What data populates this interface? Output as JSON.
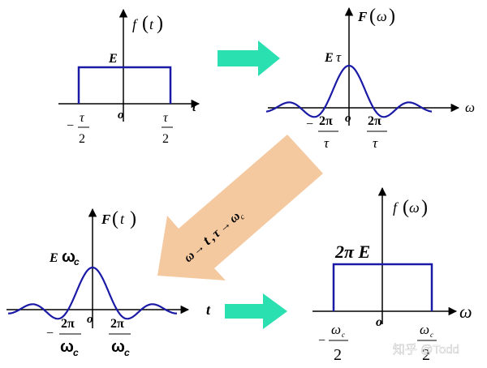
{
  "colors": {
    "axis": "#000000",
    "curve": "#1a1aa6",
    "teal_arrow": "#2be0b0",
    "orange_arrow": "#f5c9a0"
  },
  "panel_tl": {
    "f": "f",
    "lpar": "(",
    "t": "t",
    "rpar": ")",
    "E": "E",
    "origin": "o",
    "xaxis": "t",
    "neg": "−",
    "tau": "τ",
    "two": "2"
  },
  "panel_tr": {
    "F": "F",
    "lpar": "(",
    "omega": "ω",
    "rpar": ")",
    "Etau_E": "E",
    "Etau_tau": "τ",
    "origin": "o",
    "xaxis": "ω",
    "neg": "−",
    "twopi": "2π",
    "tau": "τ"
  },
  "diag_arrow": {
    "omega": "ω",
    "arrow1": "→",
    "t": "t",
    "comma": ",",
    "tau": "τ",
    "arrow2": "→",
    "omega_c": "ω",
    "sub_c": "c"
  },
  "panel_bl": {
    "F": "F",
    "lpar": "(",
    "t": "t",
    "rpar": ")",
    "E": "E",
    "omega": "ω",
    "sub_c": "c",
    "origin": "o",
    "xaxis": "t",
    "neg": "−",
    "twopi": "2π"
  },
  "panel_br": {
    "f": "f",
    "lpar": "(",
    "omega": "ω",
    "rpar": ")",
    "twopiE": "2π E",
    "origin": "o",
    "xaxis": "ω",
    "neg": "−",
    "sub_c": "c",
    "two": "2"
  },
  "watermark": "知乎 @Todd"
}
